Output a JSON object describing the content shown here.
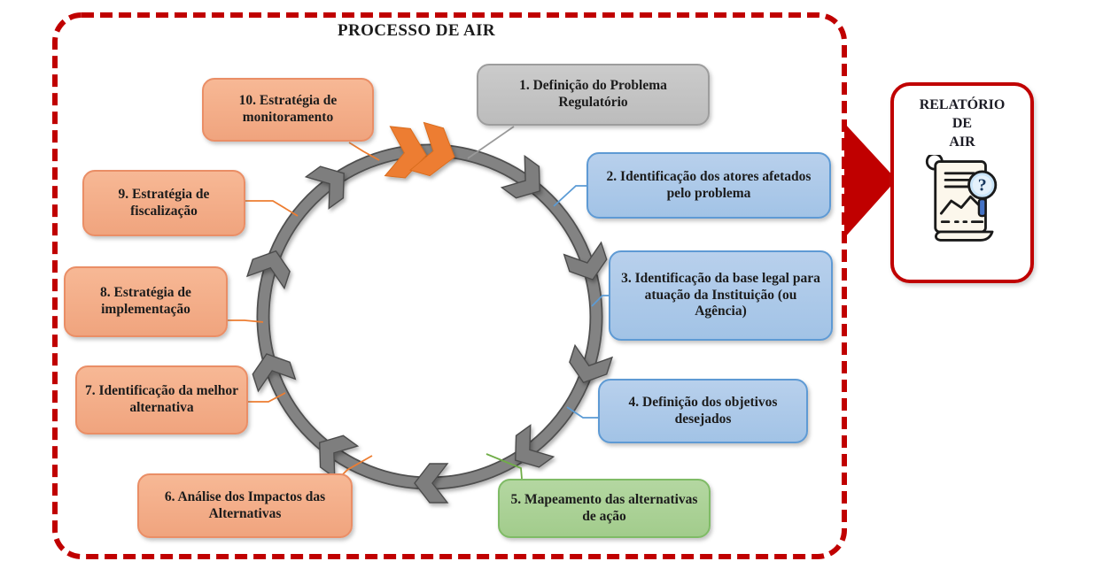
{
  "title": "PROCESSO DE AIR",
  "steps": [
    {
      "num": "1",
      "label": "1. Definição do Problema Regulatório",
      "category": "gray"
    },
    {
      "num": "2",
      "label": "2. Identificação dos atores afetados pelo problema",
      "category": "blue"
    },
    {
      "num": "3",
      "label": "3. Identificação da base legal para atuação da Instituição (ou Agência)",
      "category": "blue"
    },
    {
      "num": "4",
      "label": "4. Definição dos objetivos desejados",
      "category": "blue"
    },
    {
      "num": "5",
      "label": "5. Mapeamento das alternativas de ação",
      "category": "green"
    },
    {
      "num": "6",
      "label": "6. Análise dos Impactos das Alternativas",
      "category": "orange"
    },
    {
      "num": "7",
      "label": "7. Identificação da melhor alternativa",
      "category": "orange"
    },
    {
      "num": "8",
      "label": "8. Estratégia de implementação",
      "category": "orange"
    },
    {
      "num": "9",
      "label": "9. Estratégia de fiscalização",
      "category": "orange"
    },
    {
      "num": "10",
      "label": "10. Estratégia de monitoramento",
      "category": "orange"
    }
  ],
  "report": {
    "line1": "RELATÓRIO",
    "line2": "DE",
    "line3": "AIR",
    "icon": "document-search-chart-icon"
  },
  "icons": {
    "cycle": "clockwise-chevron-ring-icon",
    "fast_forward": "double-chevron-fast-forward-icon",
    "flow_arrow": "red-triangle-arrow-icon"
  },
  "colors": {
    "accent_red": "#C00000",
    "step_orange_border": "#ED7D31",
    "step_blue_border": "#5B9BD5",
    "step_green_border": "#70AD47",
    "step_gray_border": "#A6A6A6",
    "ring_gray": "#828282"
  }
}
